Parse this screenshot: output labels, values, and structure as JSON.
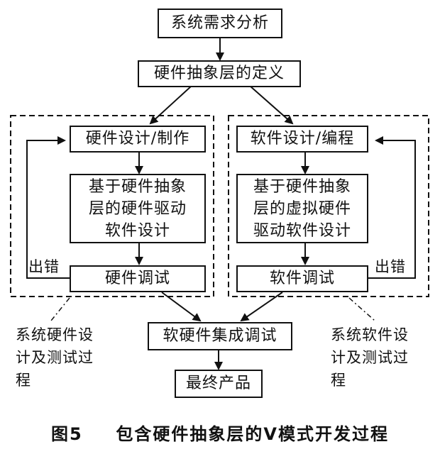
{
  "nodes": {
    "requirements": "系统需求分析",
    "hal_definition": "硬件抽象层的定义",
    "hw_design": "硬件设计/制作",
    "hw_driver": "基于硬件抽象层的硬件驱动软件设计",
    "hw_debug": "硬件调试",
    "sw_design": "软件设计/编程",
    "sw_driver": "基于硬件抽象层的虚拟硬件驱动软件设计",
    "sw_debug": "软件调试",
    "integration": "软硬件集成调试",
    "final_product": "最终产品"
  },
  "labels": {
    "error_left": "出错",
    "error_right": "出错",
    "group_hw": "系统硬件设计及测试过程",
    "group_sw": "系统软件设计及测试过程"
  },
  "caption": {
    "figure_no": "图5",
    "title": "包含硬件抽象层的V模式开发过程"
  }
}
